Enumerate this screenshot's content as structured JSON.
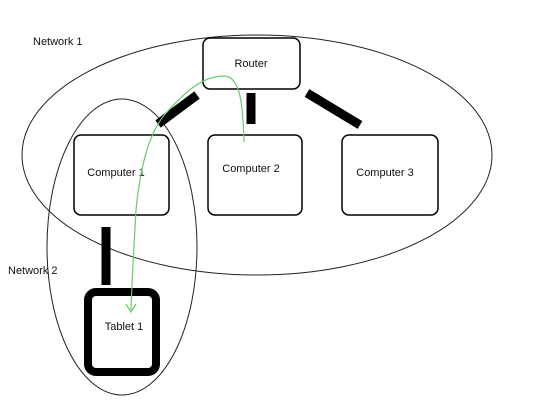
{
  "diagram": {
    "networks": [
      {
        "label": "Network 1"
      },
      {
        "label": "Network 2"
      }
    ],
    "nodes": {
      "router": {
        "label": "Router"
      },
      "computer1": {
        "label": "Computer 1"
      },
      "computer2": {
        "label": "Computer 2"
      },
      "computer3": {
        "label": "Computer 3"
      },
      "tablet1": {
        "label": "Tablet 1"
      }
    },
    "colors": {
      "line": "#000000",
      "path": "#66cc66",
      "background": "#ffffff"
    }
  }
}
